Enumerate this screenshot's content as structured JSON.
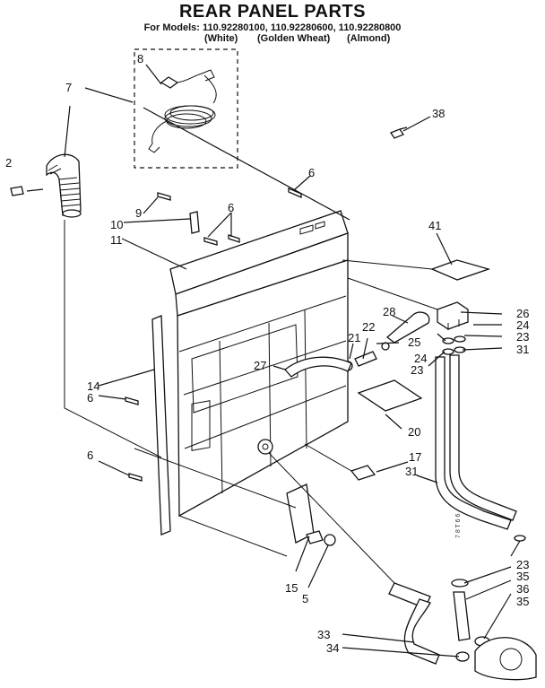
{
  "header": {
    "title": "REAR PANEL PARTS",
    "models": "For Models: 110.92280100, 110.92280600, 110.92280800",
    "colors": [
      "(White)",
      "(Golden Wheat)",
      "(Almond)"
    ]
  },
  "watermark": "7 8 T 6 6",
  "callouts": {
    "c2": "2",
    "c5": "5",
    "c6a": "6",
    "c6b": "6",
    "c6c": "6",
    "c6d": "6",
    "c7": "7",
    "c8": "8",
    "c9": "9",
    "c10": "10",
    "c11": "11",
    "c14": "14",
    "c15": "15",
    "c17": "17",
    "c20": "20",
    "c21": "21",
    "c22": "22",
    "c23a": "23",
    "c23b": "23",
    "c23c": "23",
    "c24a": "24",
    "c24b": "24",
    "c25": "25",
    "c26": "26",
    "c27": "27",
    "c28": "28",
    "c31a": "31",
    "c31b": "31",
    "c33": "33",
    "c34": "34",
    "c35a": "35",
    "c35b": "35",
    "c36": "36",
    "c38": "38",
    "c41": "41"
  }
}
